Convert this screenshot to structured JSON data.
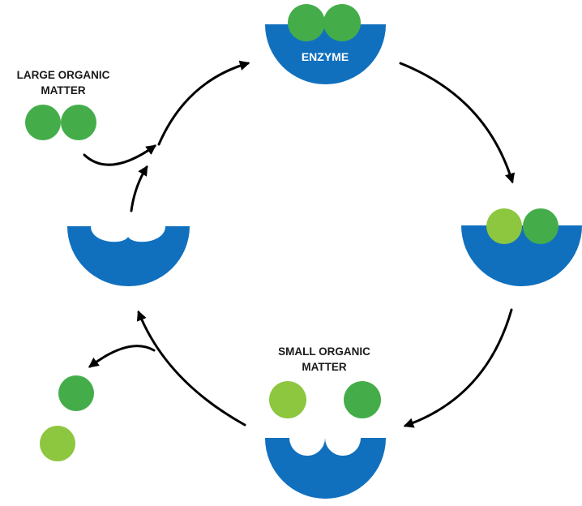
{
  "labels": {
    "enzyme": "ENZYME",
    "large_matter_line1": "LARGE ORGANIC",
    "large_matter_line2": "MATTER",
    "small_matter_line1": "SMALL ORGANIC",
    "small_matter_line2": "MATTER"
  },
  "colors": {
    "enzyme_blue": "#1170be",
    "dark_green": "#44ad4a",
    "light_green": "#8dc63f",
    "arrow": "#000000"
  },
  "icons": {
    "enzyme": "enzyme-bowl-icon",
    "large_molecule": "large-molecule-icon",
    "small_molecule": "small-molecule-icon",
    "arrow": "arrow-head-icon"
  }
}
